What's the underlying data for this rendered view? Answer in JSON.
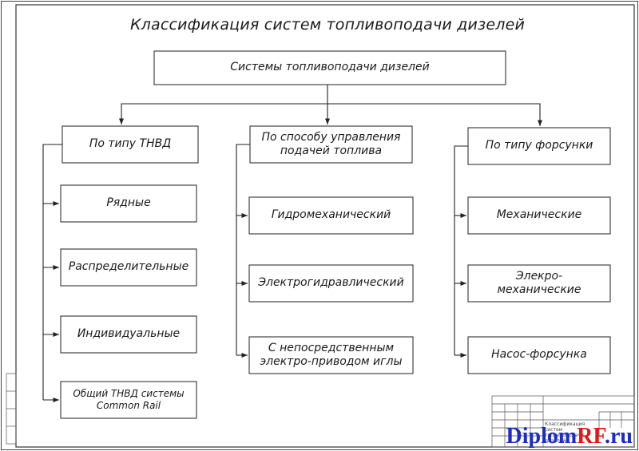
{
  "title": "Классификация систем топливоподачи дизелей",
  "root": "Системы топливоподачи дизелей",
  "branches": [
    {
      "label": "По типу ТНВД",
      "items": [
        "Рядные",
        "Распределительные",
        "Индивидуальные",
        "Общий ТНВД системы\nCommon Rail"
      ]
    },
    {
      "label": "По способу управления\nподачей топлива",
      "items": [
        "Гидромеханический",
        "Электрогидравлический",
        "С непосредственным\nэлектро-приводом иглы"
      ]
    },
    {
      "label": "По типу форсунки",
      "items": [
        "Механические",
        "Элекро-\nмеханические",
        "Насос-форсунка"
      ]
    }
  ],
  "stamp": {
    "text": "Классификация систем топливоподачи дизелей"
  },
  "watermark": {
    "part1": "Diplom",
    "part2": "RF",
    "part3": ".ru",
    "color_main": "#1d2bc9",
    "color_accent": "#e01818"
  }
}
